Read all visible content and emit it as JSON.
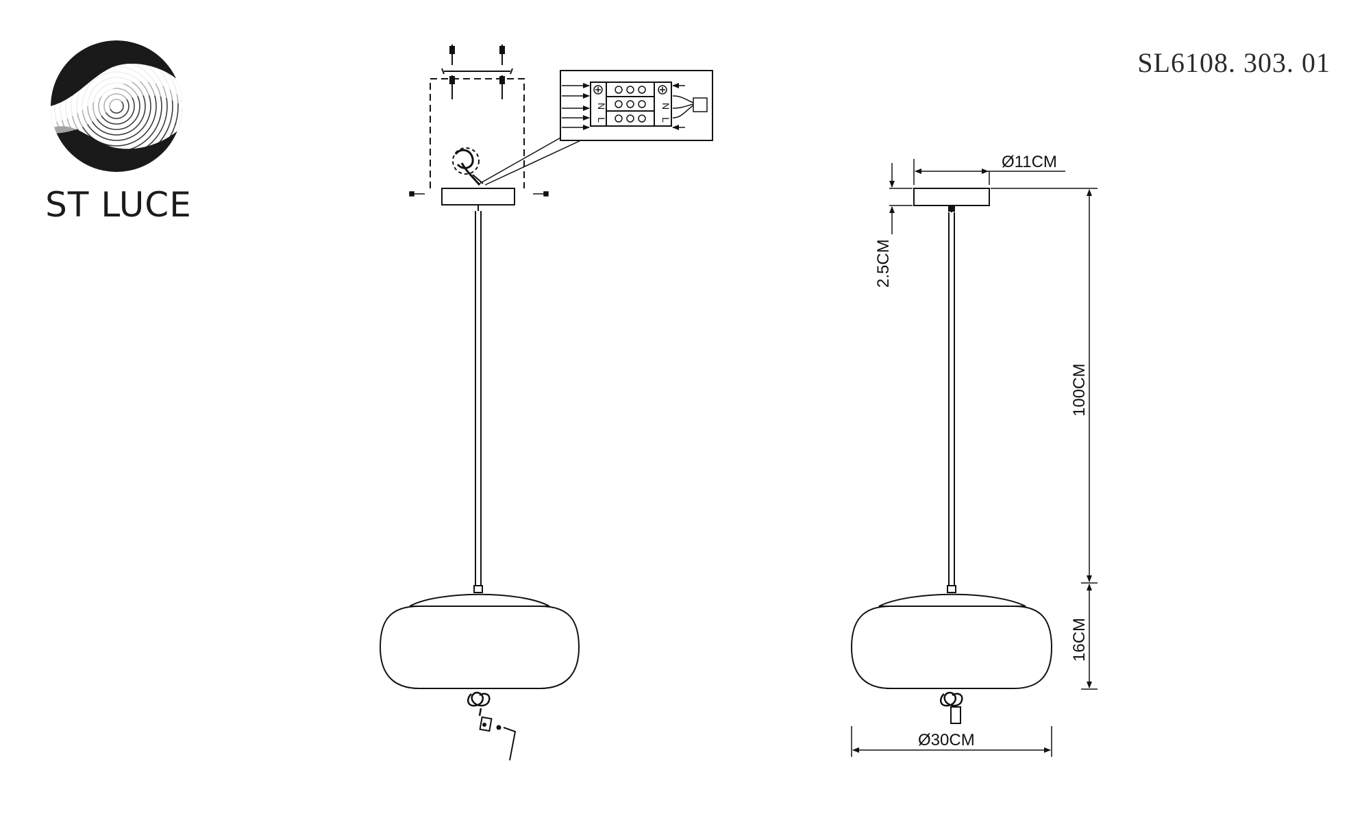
{
  "brand": {
    "name": "ST LUCE"
  },
  "model": {
    "code": "SL6108. 303. 01"
  },
  "terminal": {
    "left_marks": [
      "N",
      "L"
    ],
    "right_marks": [
      "N",
      "L"
    ]
  },
  "dimensions": {
    "canopy_diameter": "Ø11CM",
    "canopy_height": "2.5CM",
    "cable_length": "100CM",
    "shade_height": "16CM",
    "shade_diameter": "Ø30CM"
  }
}
